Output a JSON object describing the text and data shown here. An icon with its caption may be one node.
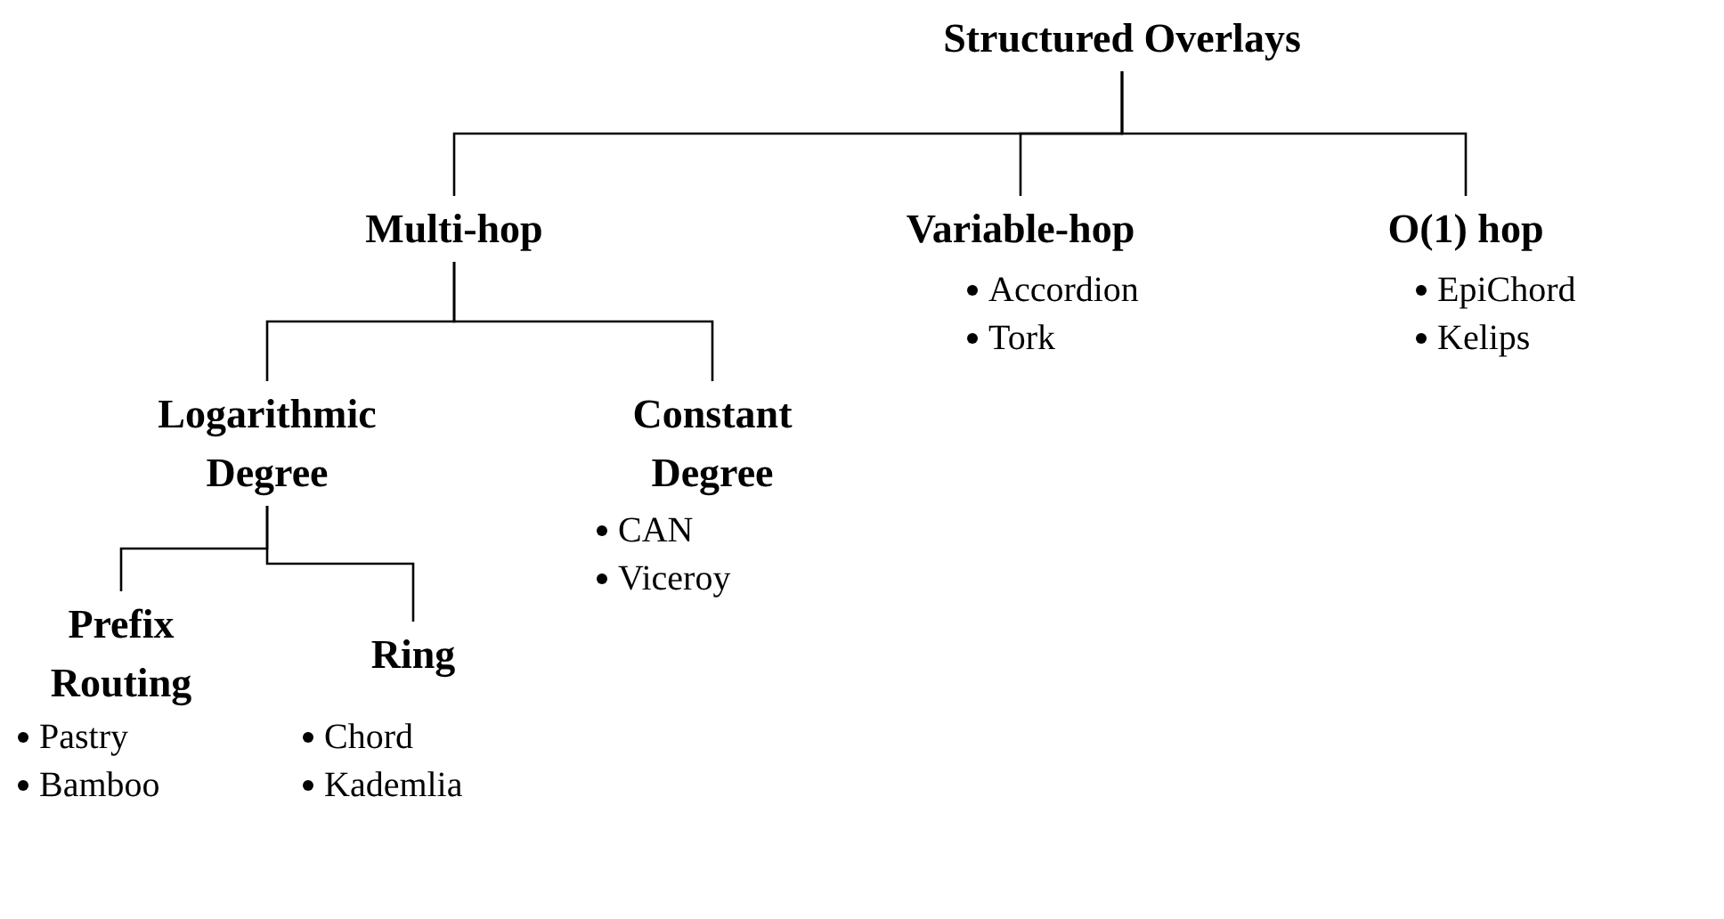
{
  "diagram": {
    "nodes": [
      {
        "text": [
          "Structured Overlays"
        ]
      },
      {
        "text": [
          "Multi-hop"
        ]
      },
      {
        "text": [
          "Variable-hop"
        ],
        "beside": [
          "Accordion",
          "Tork"
        ]
      },
      {
        "text": [
          "O(1) hop"
        ],
        "beside": [
          "EpiChord",
          "Kelips"
        ]
      },
      {
        "text": [
          "Logarithmic Degree"
        ]
      },
      {
        "text": [
          "Constant Degree"
        ],
        "beside": [
          "CAN",
          "Viceroy"
        ]
      },
      {
        "text": [
          "Prefix Routing"
        ],
        "beside": [
          "Pastry",
          "Bamboo"
        ]
      },
      {
        "text": [
          "Ring"
        ],
        "beside": [
          "Chord",
          "Kademlia"
        ]
      }
    ],
    "edges": [
      {
        "from": 0,
        "to": 1,
        "arrow": "none"
      },
      {
        "from": 0,
        "to": 2,
        "arrow": "none"
      },
      {
        "from": 0,
        "to": 3,
        "arrow": "none"
      },
      {
        "from": 1,
        "to": 4,
        "arrow": "none"
      },
      {
        "from": 1,
        "to": 5,
        "arrow": "none"
      },
      {
        "from": 4,
        "to": 6,
        "arrow": "none"
      },
      {
        "from": 4,
        "to": 7,
        "arrow": "none"
      }
    ]
  }
}
